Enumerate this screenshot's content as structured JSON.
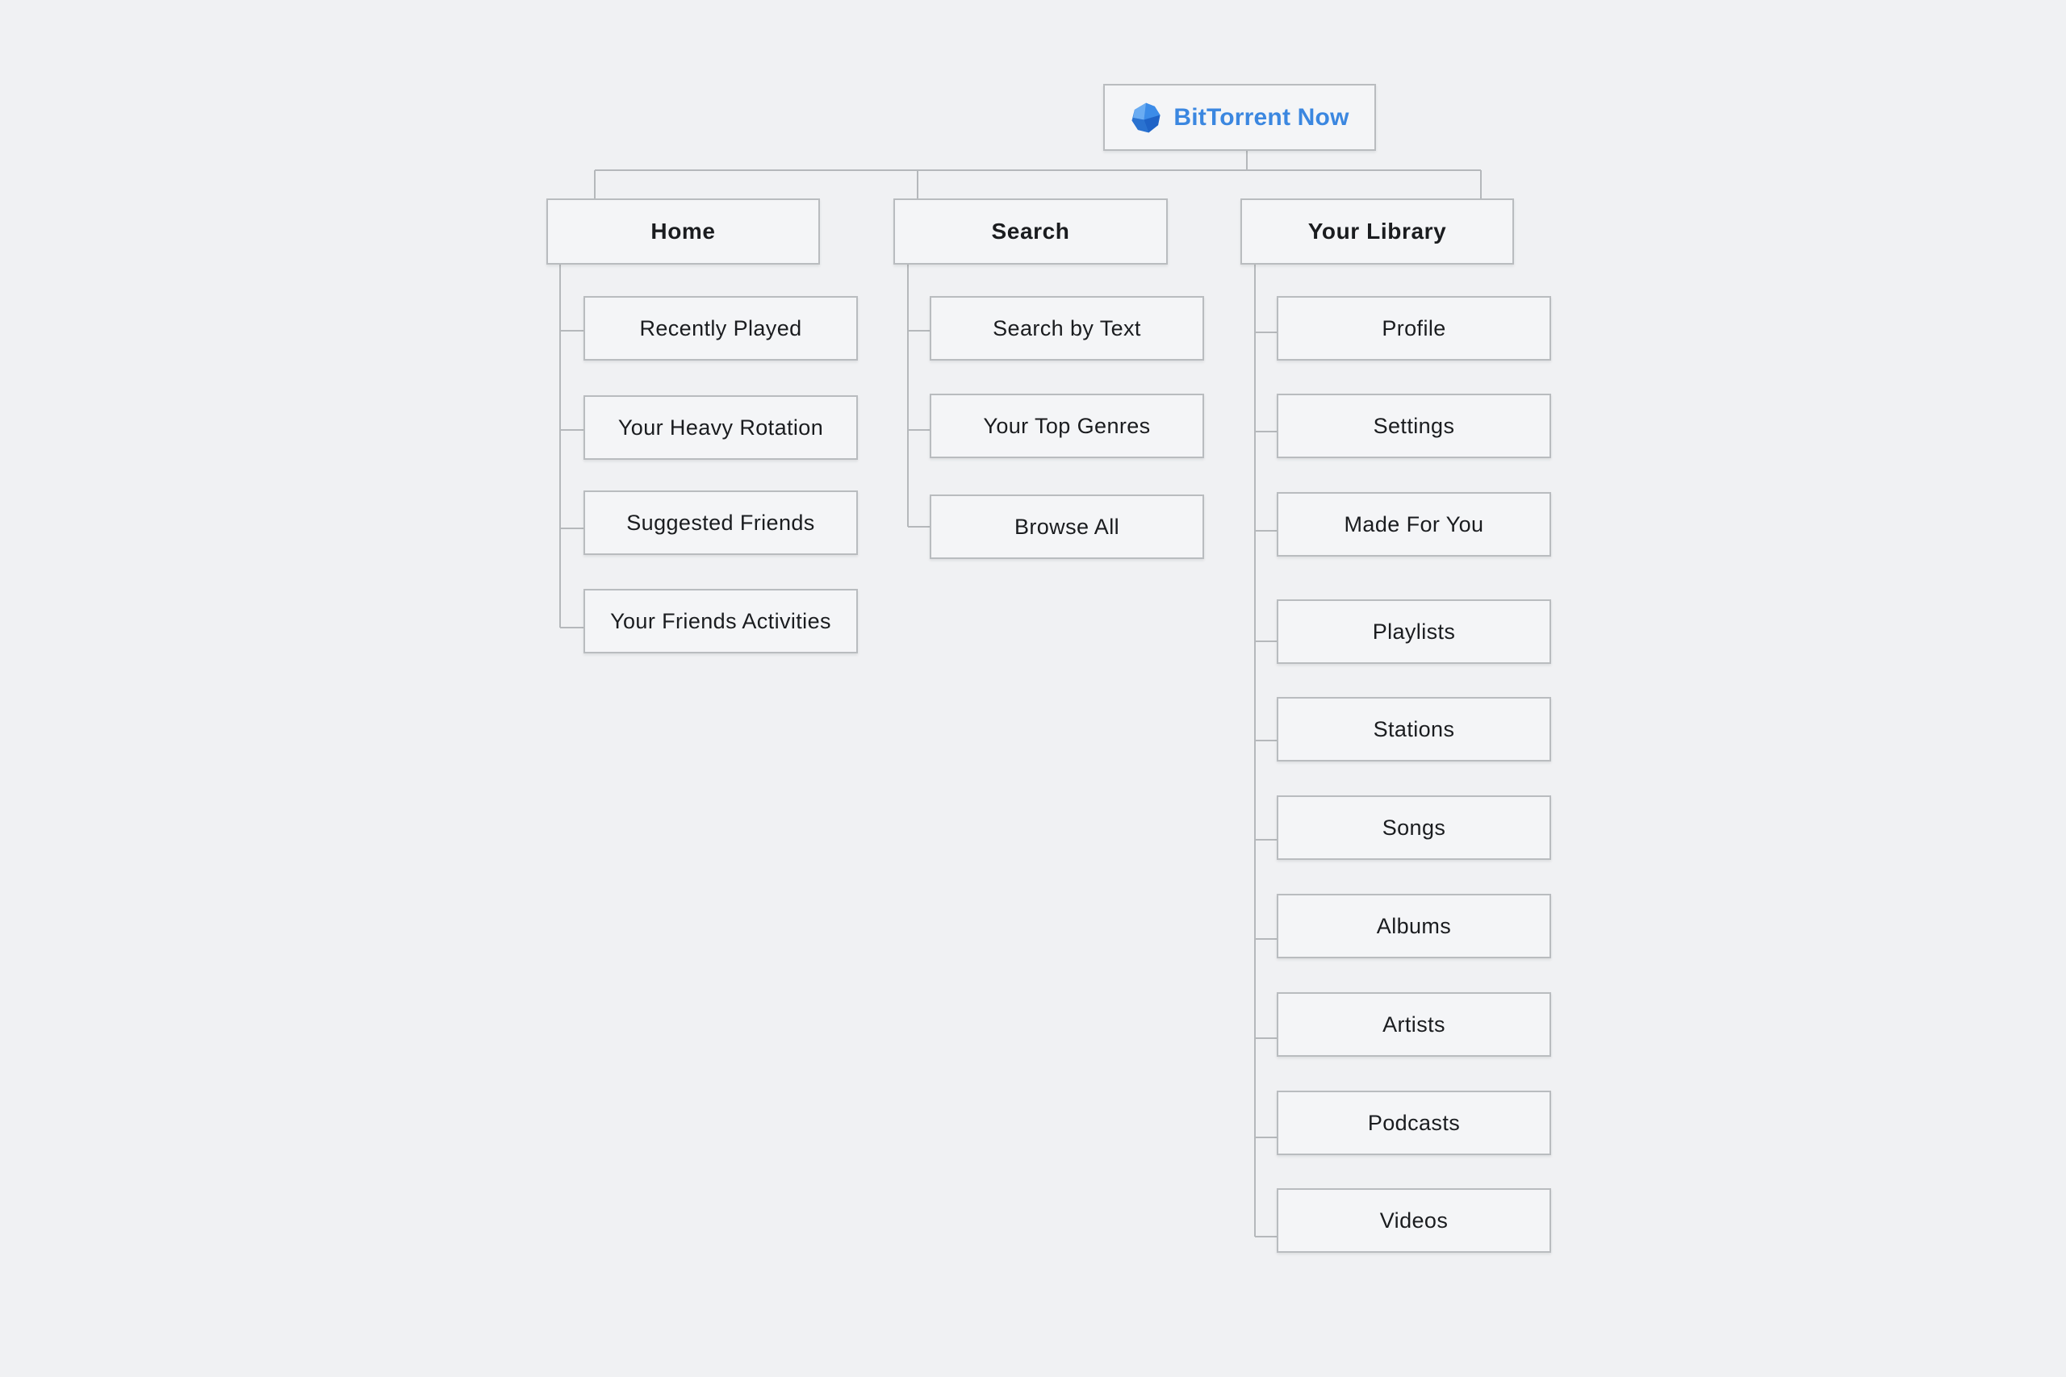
{
  "root": {
    "label": "BitTorrent Now",
    "icon": "bittorrent-gem-icon"
  },
  "sections": [
    {
      "label": "Home",
      "children": [
        "Recently Played",
        "Your Heavy Rotation",
        "Suggested Friends",
        "Your Friends Activities"
      ]
    },
    {
      "label": "Search",
      "children": [
        "Search by Text",
        "Your Top Genres",
        "Browse All"
      ]
    },
    {
      "label": "Your Library",
      "children": [
        "Profile",
        "Settings",
        "Made For You",
        "Playlists",
        "Stations",
        "Songs",
        "Albums",
        "Artists",
        "Podcasts",
        "Videos"
      ]
    }
  ],
  "colors": {
    "background": "#f0f1f3",
    "node_fill": "#f4f5f7",
    "node_border": "#b9bcbf",
    "connector": "#b5b8bb",
    "text": "#1a1c1f",
    "brand_blue": "#3b87e0",
    "gem_light": "#6aacf2",
    "gem_mid": "#3c8ce8",
    "gem_dark": "#1f63c6"
  }
}
